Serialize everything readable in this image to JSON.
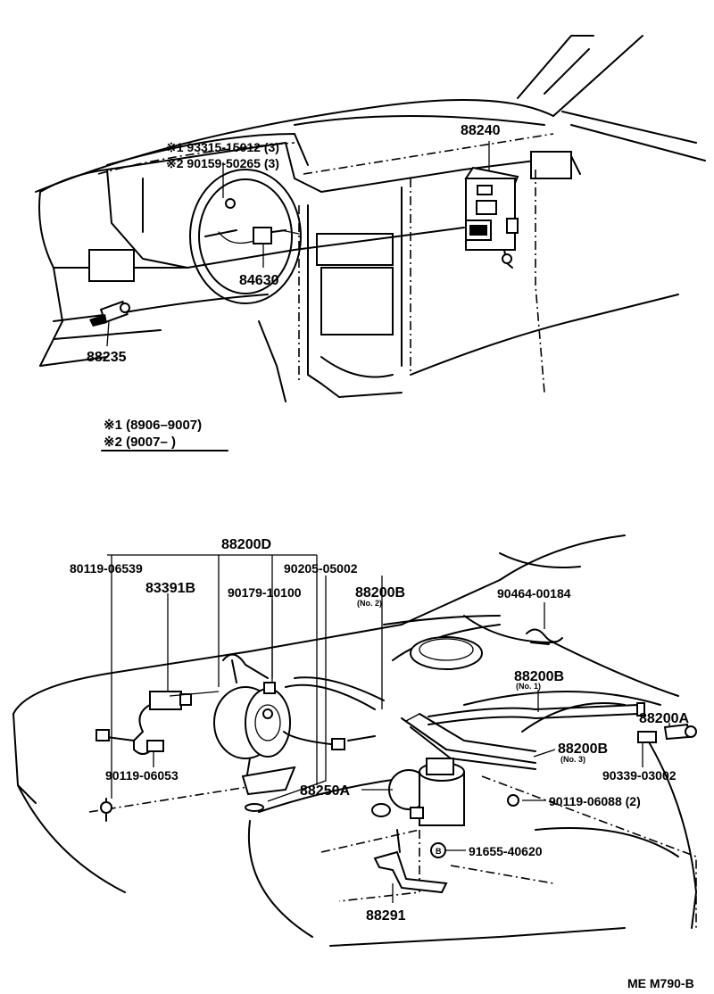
{
  "top_diagram": {
    "labels": {
      "p88240": "88240",
      "p84630": "84630",
      "p88235": "88235",
      "note1": "※1 93315-15012 (3)",
      "note2": "※2 90159-50265 (3)"
    },
    "legend": {
      "line1": "※1 (8906–9007)",
      "line2": "※2 (9007–        )"
    }
  },
  "bottom_diagram": {
    "labels": {
      "p88200D": "88200D",
      "p80119_06539": "80119-06539",
      "p90205_05002": "90205-05002",
      "p83391B": "83391B",
      "p90179_10100": "90179-10100",
      "p88200B_no2": "88200B",
      "no2": "(No. 2)",
      "p90464_00184": "90464-00184",
      "p88200B_no1": "88200B",
      "no1": "(No. 1)",
      "p88200A": "88200A",
      "p88200B_no3": "88200B",
      "no3": "(No. 3)",
      "p90339_03002": "90339-03002",
      "p90119_06053": "90119-06053",
      "p88250A": "88250A",
      "p90119_06088": "90119-06088 (2)",
      "p91655_40620": "91655-40620",
      "bolt_marker": "B",
      "p88291": "88291"
    }
  },
  "footer": {
    "code": "ME  M790-B"
  }
}
